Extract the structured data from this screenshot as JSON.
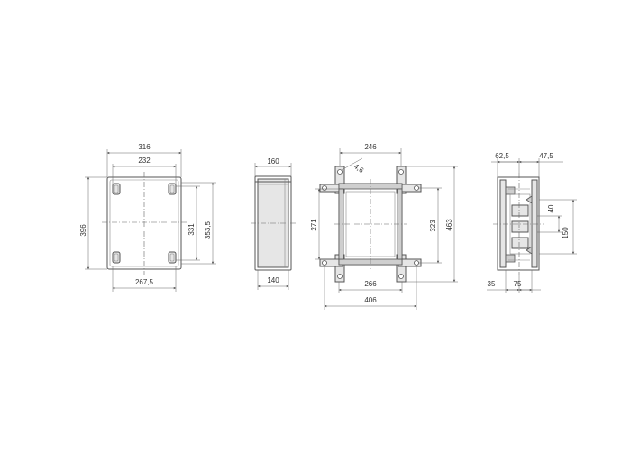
{
  "dimensions": {
    "front_width_outer": "316",
    "front_width_inner": "232",
    "front_height": "396",
    "front_hole_v1": "331",
    "front_hole_v2": "353,5",
    "front_bottom": "267,5",
    "side_top": "160",
    "side_bottom": "140",
    "mount_top": "246",
    "mount_hole": "4,6",
    "mount_left": "271",
    "mount_right1": "323",
    "mount_right2": "463",
    "mount_bottom1": "266",
    "mount_bottom2": "406",
    "section_top_left": "62,5",
    "section_top_right": "47,5",
    "section_right1": "40",
    "section_right2": "150",
    "section_bottom_left": "35",
    "section_bottom_right": "75"
  }
}
